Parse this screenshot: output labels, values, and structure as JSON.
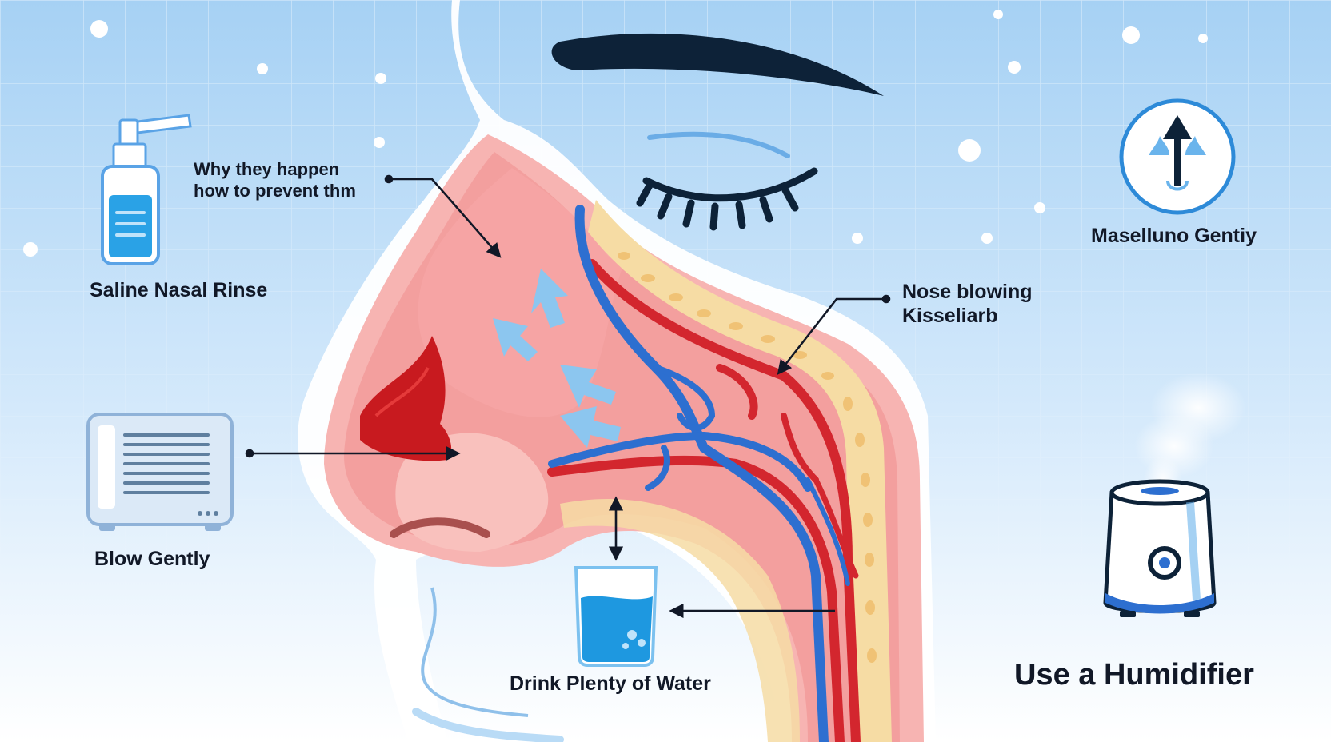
{
  "labels": {
    "why_line1": "Why they happen",
    "why_line2": "how to prevent thm",
    "saline": "Saline Nasal Rinse",
    "blow": "Blow Gently",
    "water": "Drink Plenty of Water",
    "nose_line1": "Nose blowing",
    "nose_line2": "Kisseliarb",
    "maseluno": "Maselluno Gentiy",
    "humidifier": "Use a Humidifier"
  },
  "colors": {
    "bg_top": "#a9d3f5",
    "bg_bottom": "#ffffff",
    "skin": "#f4a3a3",
    "vein": "#2d6fd0",
    "artery": "#d3262e",
    "bone": "#f6dca4",
    "outline": "#0d2238"
  },
  "icons": {
    "saline": "spray-bottle-icon",
    "blow": "air-purifier-icon",
    "water": "water-glass-icon",
    "maseluno": "rising-arrow-drops-icon",
    "humidifier": "humidifier-icon"
  }
}
